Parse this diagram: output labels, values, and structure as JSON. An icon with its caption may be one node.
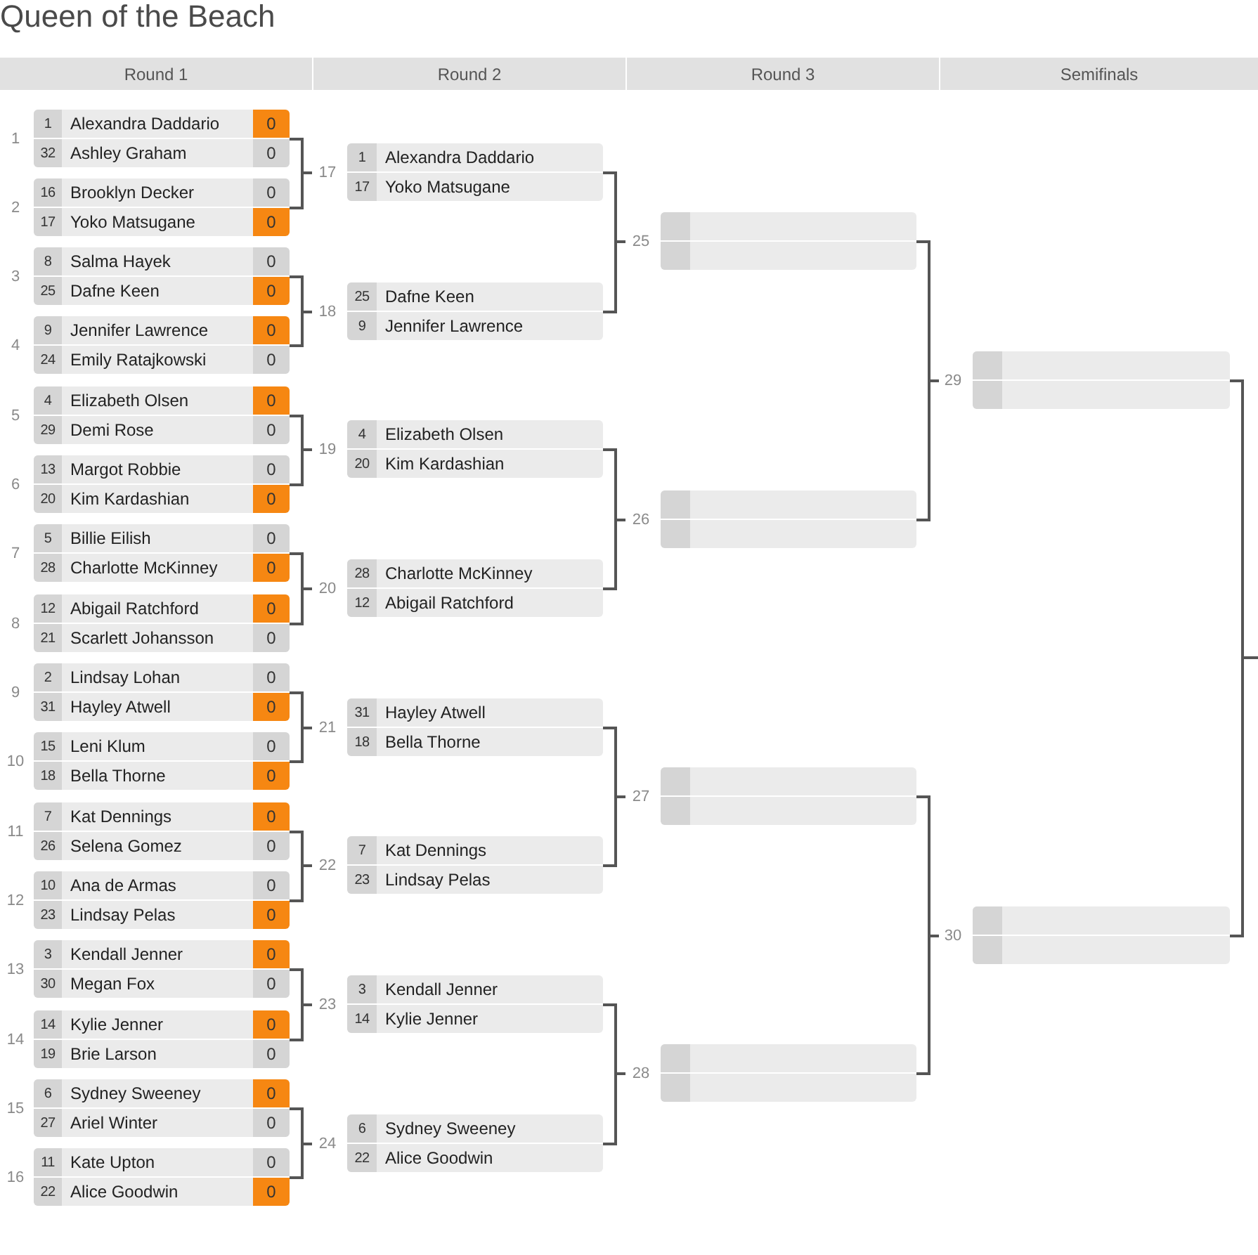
{
  "diagram": {
    "title": "Queen of the Beach",
    "nodes": [
      {
        "text": [
          "1",
          "Alexandra Daddario",
          "0",
          "32",
          "Ashley Graham",
          "0"
        ],
        "beside": [
          "1"
        ]
      },
      {
        "text": [
          "16",
          "Brooklyn Decker",
          "0",
          "17",
          "Yoko Matsugane",
          "0"
        ],
        "beside": [
          "2"
        ]
      },
      {
        "text": [
          "8",
          "Salma Hayek",
          "0",
          "25",
          "Dafne Keen",
          "0"
        ],
        "beside": [
          "3"
        ]
      },
      {
        "text": [
          "9",
          "Jennifer Lawrence",
          "0",
          "24",
          "Emily Ratajkowski",
          "0"
        ],
        "beside": [
          "4"
        ]
      },
      {
        "text": [
          "4",
          "Elizabeth Olsen",
          "0",
          "29",
          "Demi Rose",
          "0"
        ],
        "beside": [
          "5"
        ]
      },
      {
        "text": [
          "13",
          "Margot Robbie",
          "0",
          "20",
          "Kim Kardashian",
          "0"
        ],
        "beside": [
          "6"
        ]
      },
      {
        "text": [
          "5",
          "Billie Eilish",
          "0",
          "28",
          "Charlotte McKinney",
          "0"
        ],
        "beside": [
          "7"
        ]
      },
      {
        "text": [
          "12",
          "Abigail Ratchford",
          "0",
          "21",
          "Scarlett Johansson",
          "0"
        ],
        "beside": [
          "8"
        ]
      },
      {
        "text": [
          "2",
          "Lindsay Lohan",
          "0",
          "31",
          "Hayley Atwell",
          "0"
        ],
        "beside": [
          "9"
        ]
      },
      {
        "text": [
          "15",
          "Leni Klum",
          "0",
          "18",
          "Bella Thorne",
          "0"
        ],
        "beside": [
          "10"
        ]
      },
      {
        "text": [
          "7",
          "Kat Dennings",
          "0",
          "26",
          "Selena Gomez",
          "0"
        ],
        "beside": [
          "11"
        ]
      },
      {
        "text": [
          "10",
          "Ana de Armas",
          "0",
          "23",
          "Lindsay Pelas",
          "0"
        ],
        "beside": [
          "12"
        ]
      },
      {
        "text": [
          "3",
          "Kendall Jenner",
          "0",
          "30",
          "Megan Fox",
          "0"
        ],
        "beside": [
          "13"
        ]
      },
      {
        "text": [
          "14",
          "Kylie Jenner",
          "0",
          "19",
          "Brie Larson",
          "0"
        ],
        "beside": [
          "14"
        ]
      },
      {
        "text": [
          "6",
          "Sydney Sweeney",
          "0",
          "27",
          "Ariel Winter",
          "0"
        ],
        "beside": [
          "15"
        ]
      },
      {
        "text": [
          "11",
          "Kate Upton",
          "0",
          "22",
          "Alice Goodwin",
          "0"
        ],
        "beside": [
          "16"
        ]
      },
      {
        "text": [
          "1",
          "Alexandra Daddario",
          "17",
          "Yoko Matsugane"
        ],
        "beside": [
          "17"
        ]
      },
      {
        "text": [
          "25",
          "Dafne Keen",
          "9",
          "Jennifer Lawrence"
        ],
        "beside": [
          "18"
        ]
      },
      {
        "text": [
          "4",
          "Elizabeth Olsen",
          "20",
          "Kim Kardashian"
        ],
        "beside": [
          "19"
        ]
      },
      {
        "text": [
          "28",
          "Charlotte McKinney",
          "12",
          "Abigail Ratchford"
        ],
        "beside": [
          "20"
        ]
      },
      {
        "text": [
          "31",
          "Hayley Atwell",
          "18",
          "Bella Thorne"
        ],
        "beside": [
          "21"
        ]
      },
      {
        "text": [
          "7",
          "Kat Dennings",
          "23",
          "Lindsay Pelas"
        ],
        "beside": [
          "22"
        ]
      },
      {
        "text": [
          "3",
          "Kendall Jenner",
          "14",
          "Kylie Jenner"
        ],
        "beside": [
          "23"
        ]
      },
      {
        "text": [
          "6",
          "Sydney Sweeney",
          "22",
          "Alice Goodwin"
        ],
        "beside": [
          "24"
        ]
      },
      {
        "text": [],
        "shape": "box",
        "beside": [
          "25"
        ]
      },
      {
        "text": [],
        "shape": "box",
        "beside": [
          "26"
        ]
      },
      {
        "text": [],
        "shape": "box",
        "beside": [
          "27"
        ]
      },
      {
        "text": [],
        "shape": "box",
        "beside": [
          "28"
        ]
      },
      {
        "text": [],
        "shape": "box",
        "beside": [
          "29"
        ]
      },
      {
        "text": [],
        "shape": "box",
        "beside": [
          "30"
        ]
      }
    ],
    "edges": [
      {
        "from": 0,
        "to": 16,
        "arrow": "none"
      },
      {
        "from": 1,
        "to": 16,
        "arrow": "none"
      },
      {
        "from": 2,
        "to": 17,
        "arrow": "none"
      },
      {
        "from": 3,
        "to": 17,
        "arrow": "none"
      },
      {
        "from": 4,
        "to": 18,
        "arrow": "none"
      },
      {
        "from": 5,
        "to": 18,
        "arrow": "none"
      },
      {
        "from": 6,
        "to": 19,
        "arrow": "none"
      },
      {
        "from": 7,
        "to": 19,
        "arrow": "none"
      },
      {
        "from": 8,
        "to": 20,
        "arrow": "none"
      },
      {
        "from": 9,
        "to": 20,
        "arrow": "none"
      },
      {
        "from": 10,
        "to": 21,
        "arrow": "none"
      },
      {
        "from": 11,
        "to": 21,
        "arrow": "none"
      },
      {
        "from": 12,
        "to": 22,
        "arrow": "none"
      },
      {
        "from": 13,
        "to": 22,
        "arrow": "none"
      },
      {
        "from": 14,
        "to": 23,
        "arrow": "none"
      },
      {
        "from": 15,
        "to": 23,
        "arrow": "none"
      },
      {
        "from": 16,
        "to": 24,
        "arrow": "none"
      },
      {
        "from": 17,
        "to": 24,
        "arrow": "none"
      },
      {
        "from": 18,
        "to": 25,
        "arrow": "none"
      },
      {
        "from": 19,
        "to": 25,
        "arrow": "none"
      },
      {
        "from": 20,
        "to": 26,
        "arrow": "none"
      },
      {
        "from": 21,
        "to": 26,
        "arrow": "none"
      },
      {
        "from": 22,
        "to": 27,
        "arrow": "none"
      },
      {
        "from": 23,
        "to": 27,
        "arrow": "none"
      },
      {
        "from": 24,
        "to": 28,
        "arrow": "none"
      },
      {
        "from": 25,
        "to": 28,
        "arrow": "none"
      },
      {
        "from": 26,
        "to": 29,
        "arrow": "none"
      },
      {
        "from": 27,
        "to": 29,
        "arrow": "none"
      },
      {
        "from": 28,
        "to": null,
        "arrow": "none"
      },
      {
        "from": 29,
        "to": null,
        "arrow": "none"
      }
    ],
    "labels": [
      "Round 1",
      "Round 2",
      "Round 3",
      "Semifinals"
    ]
  }
}
